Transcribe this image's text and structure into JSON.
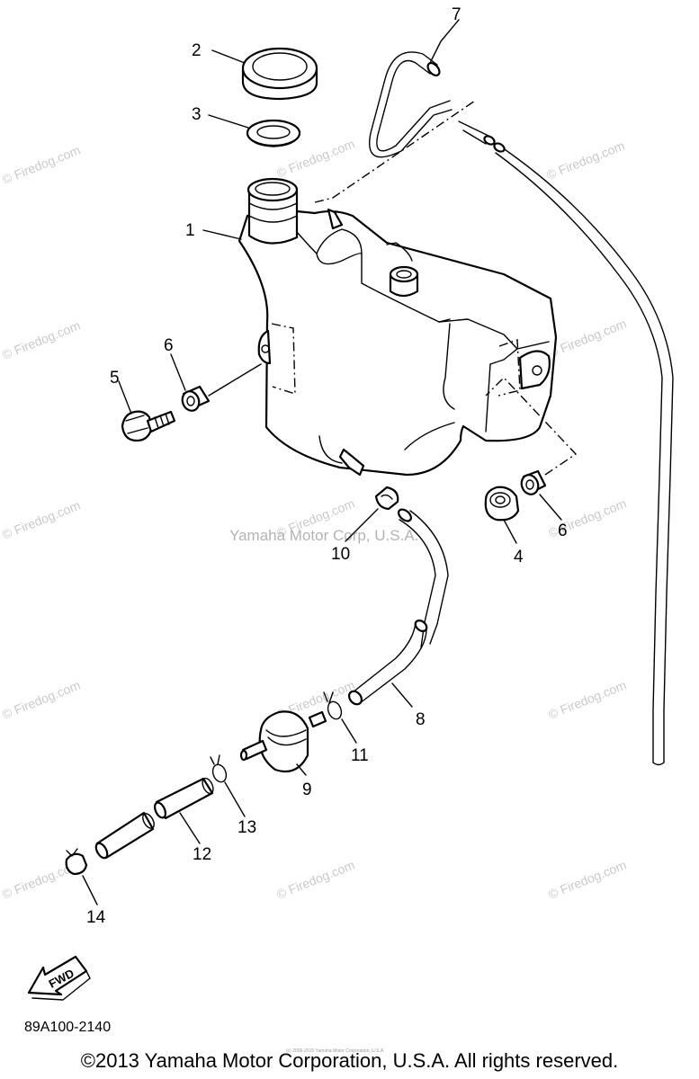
{
  "watermarks": {
    "site": "© Firedog.com",
    "publisher": "Yamaha Motor Corp, U.S.A.",
    "tiny": "(c) 2006-2015 Yamaha Motor Corporation, U.S.A."
  },
  "callouts": [
    "1",
    "2",
    "3",
    "4",
    "5",
    "6",
    "6",
    "7",
    "8",
    "9",
    "10",
    "11",
    "12",
    "13",
    "14"
  ],
  "direction_arrow": "FWD",
  "diagram_code": "89A100-2140",
  "copyright": "©2013 Yamaha Motor Corporation, U.S.A. All rights reserved."
}
